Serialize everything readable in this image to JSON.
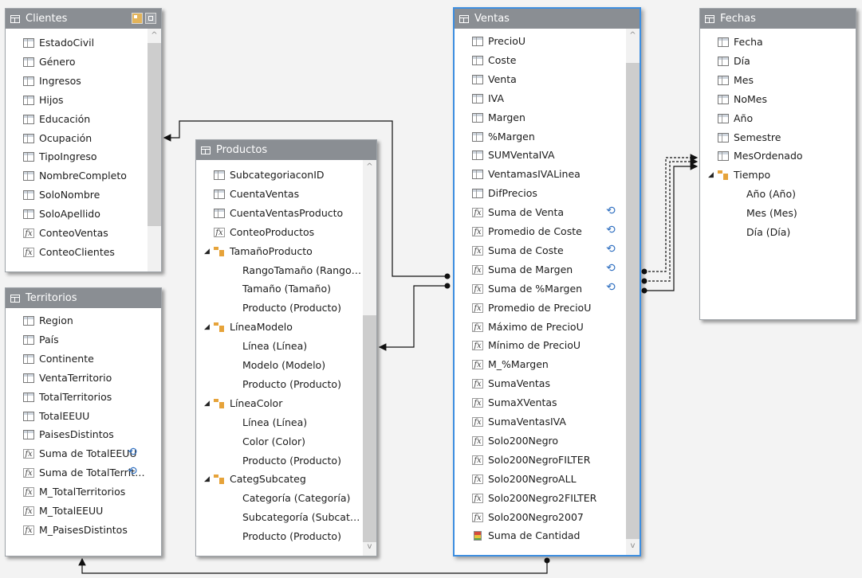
{
  "clientes": {
    "title": "Clientes",
    "rows": [
      {
        "type": "col",
        "label": "EstadoCivil"
      },
      {
        "type": "col",
        "label": "Género"
      },
      {
        "type": "col",
        "label": "Ingresos"
      },
      {
        "type": "col",
        "label": "Hijos"
      },
      {
        "type": "col",
        "label": "Educación"
      },
      {
        "type": "col",
        "label": "Ocupación"
      },
      {
        "type": "col",
        "label": "TipoIngreso"
      },
      {
        "type": "col",
        "label": "NombreCompleto"
      },
      {
        "type": "col",
        "label": "SoloNombre"
      },
      {
        "type": "col",
        "label": "SoloApellido"
      },
      {
        "type": "meas",
        "label": "ConteoVentas"
      },
      {
        "type": "meas",
        "label": "ConteoClientes"
      }
    ]
  },
  "territorios": {
    "title": "Territorios",
    "rows": [
      {
        "type": "col",
        "label": "Region"
      },
      {
        "type": "col",
        "label": "País"
      },
      {
        "type": "col",
        "label": "Continente"
      },
      {
        "type": "col",
        "label": "VentaTerritorio"
      },
      {
        "type": "col",
        "label": "TotalTerritorios"
      },
      {
        "type": "col",
        "label": "TotalEEUU"
      },
      {
        "type": "col",
        "label": "PaisesDistintos"
      },
      {
        "type": "meas",
        "label": "Suma de TotalEEUU",
        "sync": true
      },
      {
        "type": "meas",
        "label": "Suma de TotalTerrit…",
        "sync": true
      },
      {
        "type": "meas",
        "label": "M_TotalTerritorios"
      },
      {
        "type": "meas",
        "label": "M_TotalEEUU"
      },
      {
        "type": "meas",
        "label": "M_PaisesDistintos"
      }
    ]
  },
  "productos": {
    "title": "Productos",
    "rows": [
      {
        "type": "col",
        "label": "SubcategoriaconID"
      },
      {
        "type": "col",
        "label": "CuentaVentas"
      },
      {
        "type": "col",
        "label": "CuentaVentasProducto"
      },
      {
        "type": "meas",
        "label": "ConteoProductos"
      },
      {
        "type": "hier",
        "label": "TamañoProducto"
      },
      {
        "type": "level",
        "label": "RangoTamaño (Rango…"
      },
      {
        "type": "level",
        "label": "Tamaño (Tamaño)"
      },
      {
        "type": "level",
        "label": "Producto (Producto)"
      },
      {
        "type": "hier",
        "label": "LíneaModelo"
      },
      {
        "type": "level",
        "label": "Línea (Línea)"
      },
      {
        "type": "level",
        "label": "Modelo (Modelo)"
      },
      {
        "type": "level",
        "label": "Producto (Producto)"
      },
      {
        "type": "hier",
        "label": "LíneaColor"
      },
      {
        "type": "level",
        "label": "Línea (Línea)"
      },
      {
        "type": "level",
        "label": "Color (Color)"
      },
      {
        "type": "level",
        "label": "Producto (Producto)"
      },
      {
        "type": "hier",
        "label": "CategSubcateg"
      },
      {
        "type": "level",
        "label": "Categoría (Categoría)"
      },
      {
        "type": "level",
        "label": "Subcategoría (Subcat…"
      },
      {
        "type": "level",
        "label": "Producto (Producto)"
      }
    ]
  },
  "ventas": {
    "title": "Ventas",
    "rows": [
      {
        "type": "col",
        "label": "PrecioU"
      },
      {
        "type": "col",
        "label": "Coste"
      },
      {
        "type": "col",
        "label": "Venta"
      },
      {
        "type": "col",
        "label": "IVA"
      },
      {
        "type": "col",
        "label": "Margen"
      },
      {
        "type": "col",
        "label": "%Margen"
      },
      {
        "type": "col",
        "label": "SUMVentaIVA"
      },
      {
        "type": "col",
        "label": "VentamasIVALinea"
      },
      {
        "type": "col",
        "label": "DifPrecios"
      },
      {
        "type": "meas",
        "label": "Suma de Venta",
        "sync": true
      },
      {
        "type": "meas",
        "label": "Promedio de Coste",
        "sync": true
      },
      {
        "type": "meas",
        "label": "Suma de Coste",
        "sync": true
      },
      {
        "type": "meas",
        "label": "Suma de Margen",
        "sync": true
      },
      {
        "type": "meas",
        "label": "Suma de %Margen",
        "sync": true
      },
      {
        "type": "meas",
        "label": "Promedio de PrecioU"
      },
      {
        "type": "meas",
        "label": "Máximo de PrecioU"
      },
      {
        "type": "meas",
        "label": "Mínimo de PrecioU"
      },
      {
        "type": "meas",
        "label": "M_%Margen"
      },
      {
        "type": "meas",
        "label": "SumaVentas"
      },
      {
        "type": "meas",
        "label": "SumaXVentas"
      },
      {
        "type": "meas",
        "label": "SumaVentasIVA"
      },
      {
        "type": "meas",
        "label": "Solo200Negro"
      },
      {
        "type": "meas",
        "label": "Solo200NegroFILTER"
      },
      {
        "type": "meas",
        "label": "Solo200NegroALL"
      },
      {
        "type": "meas",
        "label": "Solo200Negro2FILTER"
      },
      {
        "type": "meas",
        "label": "Solo200Negro2007"
      },
      {
        "type": "kpi",
        "label": "Suma de Cantidad"
      }
    ]
  },
  "fechas": {
    "title": "Fechas",
    "rows": [
      {
        "type": "col",
        "label": "Fecha"
      },
      {
        "type": "col",
        "label": "Día"
      },
      {
        "type": "col",
        "label": "Mes"
      },
      {
        "type": "col",
        "label": "NoMes"
      },
      {
        "type": "col",
        "label": "Año"
      },
      {
        "type": "col",
        "label": "Semestre"
      },
      {
        "type": "col",
        "label": "MesOrdenado"
      },
      {
        "type": "hier",
        "label": "Tiempo"
      },
      {
        "type": "level",
        "label": "Año (Año)"
      },
      {
        "type": "level",
        "label": "Mes (Mes)"
      },
      {
        "type": "level",
        "label": "Día (Día)"
      }
    ]
  },
  "colors": {
    "header": "#8a8e93",
    "selected_border": "#3d8ee0",
    "sync_icon": "#2f6fc0",
    "hierarchy_icon": "#e6a33a"
  }
}
